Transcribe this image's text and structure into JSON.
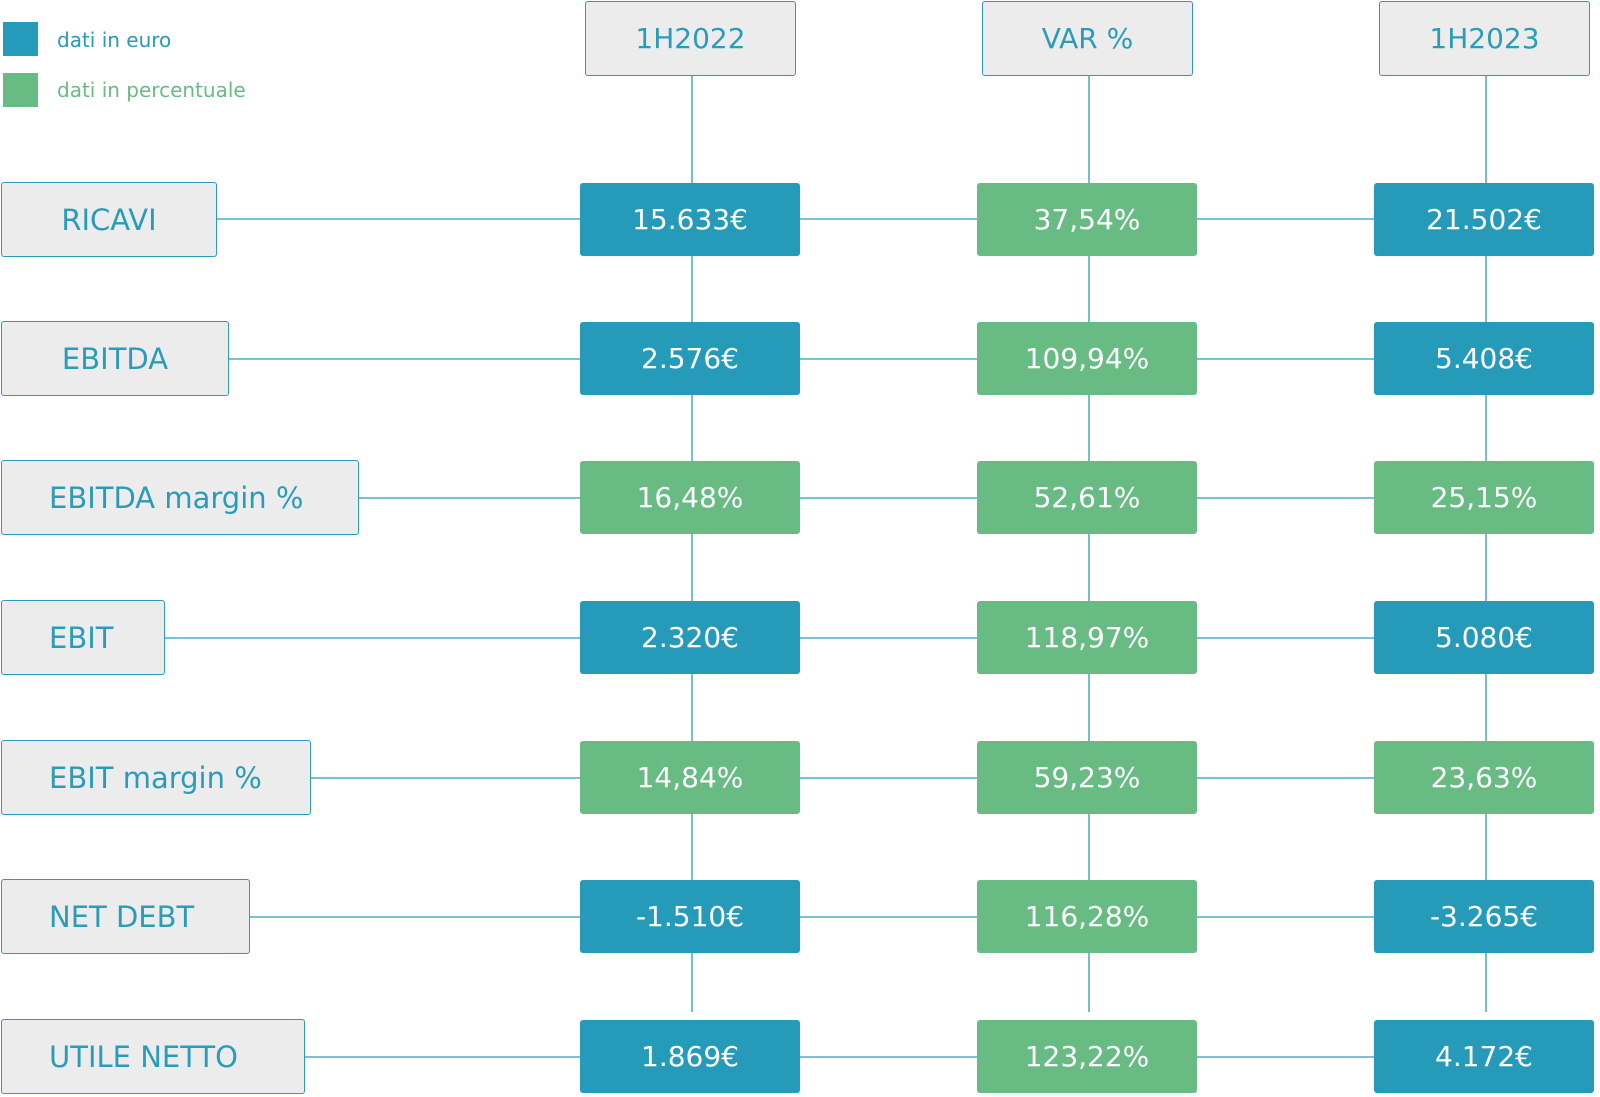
{
  "colors": {
    "euro": "#259bb9",
    "percent": "#68bc83",
    "line": "#2a9cba",
    "label_bg": "#ececec"
  },
  "legend": [
    {
      "label": "dati in euro",
      "type": "euro"
    },
    {
      "label": "dati in percentuale",
      "type": "pct"
    }
  ],
  "columns": [
    {
      "label": "1H2022"
    },
    {
      "label": "VAR %"
    },
    {
      "label": "1H2023"
    }
  ],
  "rows": [
    {
      "label": "RICAVI",
      "cells": [
        {
          "value": "15.633€",
          "type": "euro"
        },
        {
          "value": "37,54%",
          "type": "pct"
        },
        {
          "value": "21.502€",
          "type": "euro"
        }
      ]
    },
    {
      "label": "EBITDA",
      "cells": [
        {
          "value": "2.576€",
          "type": "euro"
        },
        {
          "value": "109,94%",
          "type": "pct"
        },
        {
          "value": "5.408€",
          "type": "euro"
        }
      ]
    },
    {
      "label": "EBITDA margin %",
      "cells": [
        {
          "value": "16,48%",
          "type": "pct"
        },
        {
          "value": "52,61%",
          "type": "pct"
        },
        {
          "value": "25,15%",
          "type": "pct"
        }
      ]
    },
    {
      "label": "EBIT",
      "cells": [
        {
          "value": "2.320€",
          "type": "euro"
        },
        {
          "value": "118,97%",
          "type": "pct"
        },
        {
          "value": "5.080€",
          "type": "euro"
        }
      ]
    },
    {
      "label": "EBIT margin %",
      "cells": [
        {
          "value": "14,84%",
          "type": "pct"
        },
        {
          "value": "59,23%",
          "type": "pct"
        },
        {
          "value": "23,63%",
          "type": "pct"
        }
      ]
    },
    {
      "label": "NET DEBT",
      "cells": [
        {
          "value": "-1.510€",
          "type": "euro"
        },
        {
          "value": "116,28%",
          "type": "pct"
        },
        {
          "value": "-3.265€",
          "type": "euro"
        }
      ]
    },
    {
      "label": "UTILE NETTO",
      "cells": [
        {
          "value": "1.869€",
          "type": "euro"
        },
        {
          "value": "123,22%",
          "type": "pct"
        },
        {
          "value": "4.172€",
          "type": "euro"
        }
      ]
    }
  ]
}
